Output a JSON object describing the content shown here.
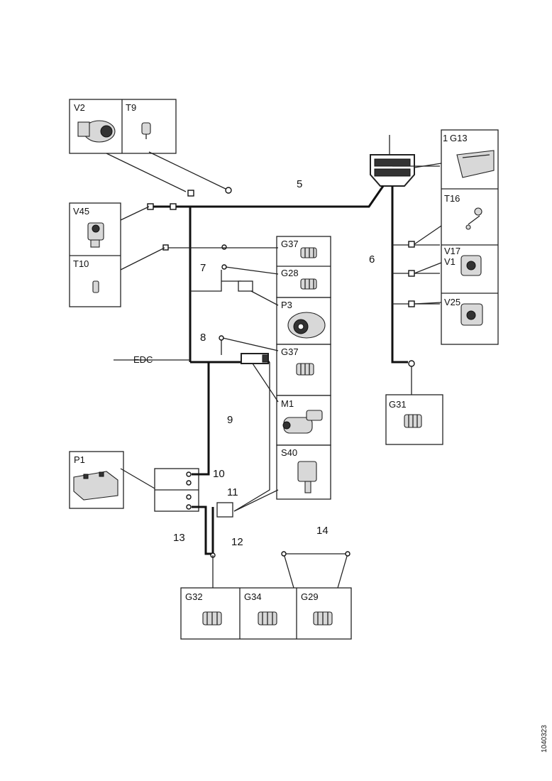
{
  "components": {
    "V2": "V2",
    "T9": "T9",
    "V45": "V45",
    "T10": "T10",
    "G37": "G37",
    "G28": "G28",
    "P3": "P3",
    "G37b": "G37",
    "M1": "M1",
    "S40": "S40",
    "P1": "P1",
    "G32": "G32",
    "G34": "G34",
    "G29": "G29",
    "G13": "G13",
    "T16": "T16",
    "V17": "V17",
    "V1": "V1",
    "V25": "V25",
    "G31": "G31"
  },
  "wire_numbers": {
    "n5": "5",
    "n6": "6",
    "n7": "7",
    "n8": "8",
    "n9": "9",
    "n10": "10",
    "n11": "11",
    "n12": "12",
    "n13": "13",
    "n14": "14",
    "n1": "1"
  },
  "edc_label": "EDC",
  "reference": "1040323"
}
